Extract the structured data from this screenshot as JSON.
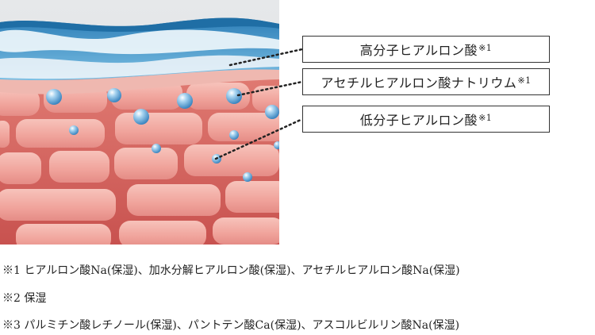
{
  "labels": [
    {
      "text": "高分子ヒアルロン酸",
      "mark": "※1"
    },
    {
      "text": "アセチルヒアルロン酸ナトリウム",
      "mark": "※1"
    },
    {
      "text": "低分子ヒアルロン酸",
      "mark": "※1"
    }
  ],
  "footnotes": [
    "※1 ヒアルロン酸Na(保湿)、加水分解ヒアルロン酸(保湿)、アセチルヒアルロン酸Na(保湿)",
    "※2 保湿",
    "※3 パルミチン酸レチノール(保湿)、パントテン酸Ca(保湿)、アスコルビルリン酸Na(保湿)"
  ],
  "colors": {
    "cell_fill": "#f2a8a0",
    "cell_gap": "#d86a66",
    "water_blue": "#3a8fc4",
    "droplet": "#6fb3e0"
  }
}
